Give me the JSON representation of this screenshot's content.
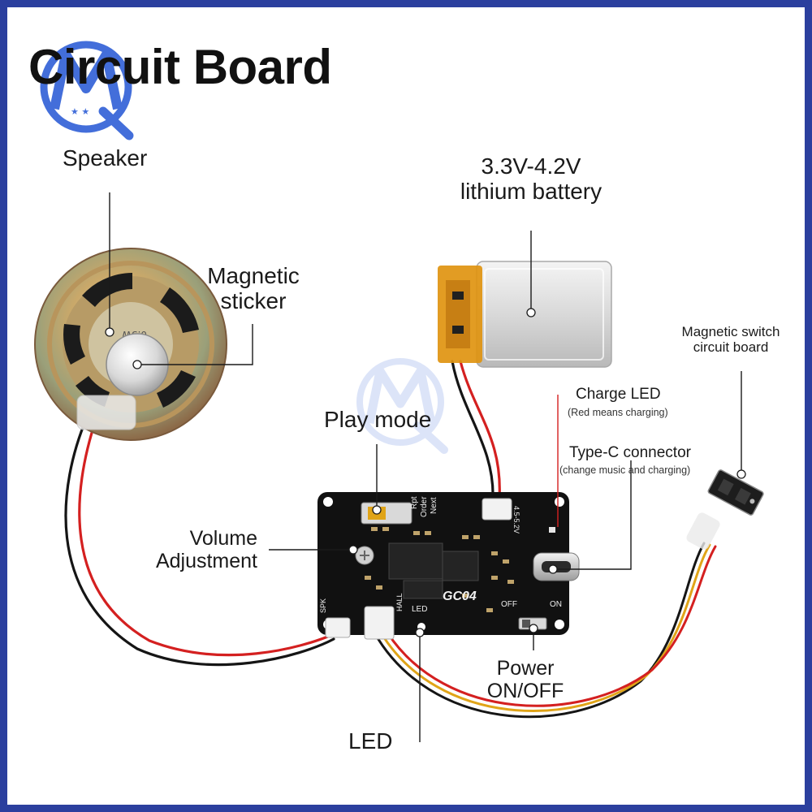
{
  "title": "Circuit Board",
  "labels": {
    "speaker": "Speaker",
    "magnetic_sticker_1": "Magnetic",
    "magnetic_sticker_2": "sticker",
    "battery_1": "3.3V-4.2V",
    "battery_2": "lithium battery",
    "magnetic_switch_1": "Magnetic switch",
    "magnetic_switch_2": "circuit board",
    "charge_led": "Charge LED",
    "charge_led_note": "(Red means charging)",
    "type_c": "Type-C connector",
    "type_c_note": "(change music and charging)",
    "play_mode": "Play mode",
    "volume_1": "Volume",
    "volume_2": "Adjustment",
    "power_1": "Power",
    "power_2": "ON/OFF",
    "led": "LED"
  },
  "board": {
    "model": "GC04",
    "mode_labels": [
      "Rpt",
      "Order",
      "Next"
    ],
    "voltage": "4.5-5.2V",
    "spk": "SPK",
    "hall": "HALL",
    "led": "LED",
    "off": "OFF",
    "on": "ON"
  },
  "colors": {
    "frame": "#2b3f9e",
    "board": "#111111",
    "red_wire": "#d42020",
    "black_wire": "#151515",
    "yellow_wire": "#e0a418",
    "charge_led_leader": "#d42020"
  }
}
